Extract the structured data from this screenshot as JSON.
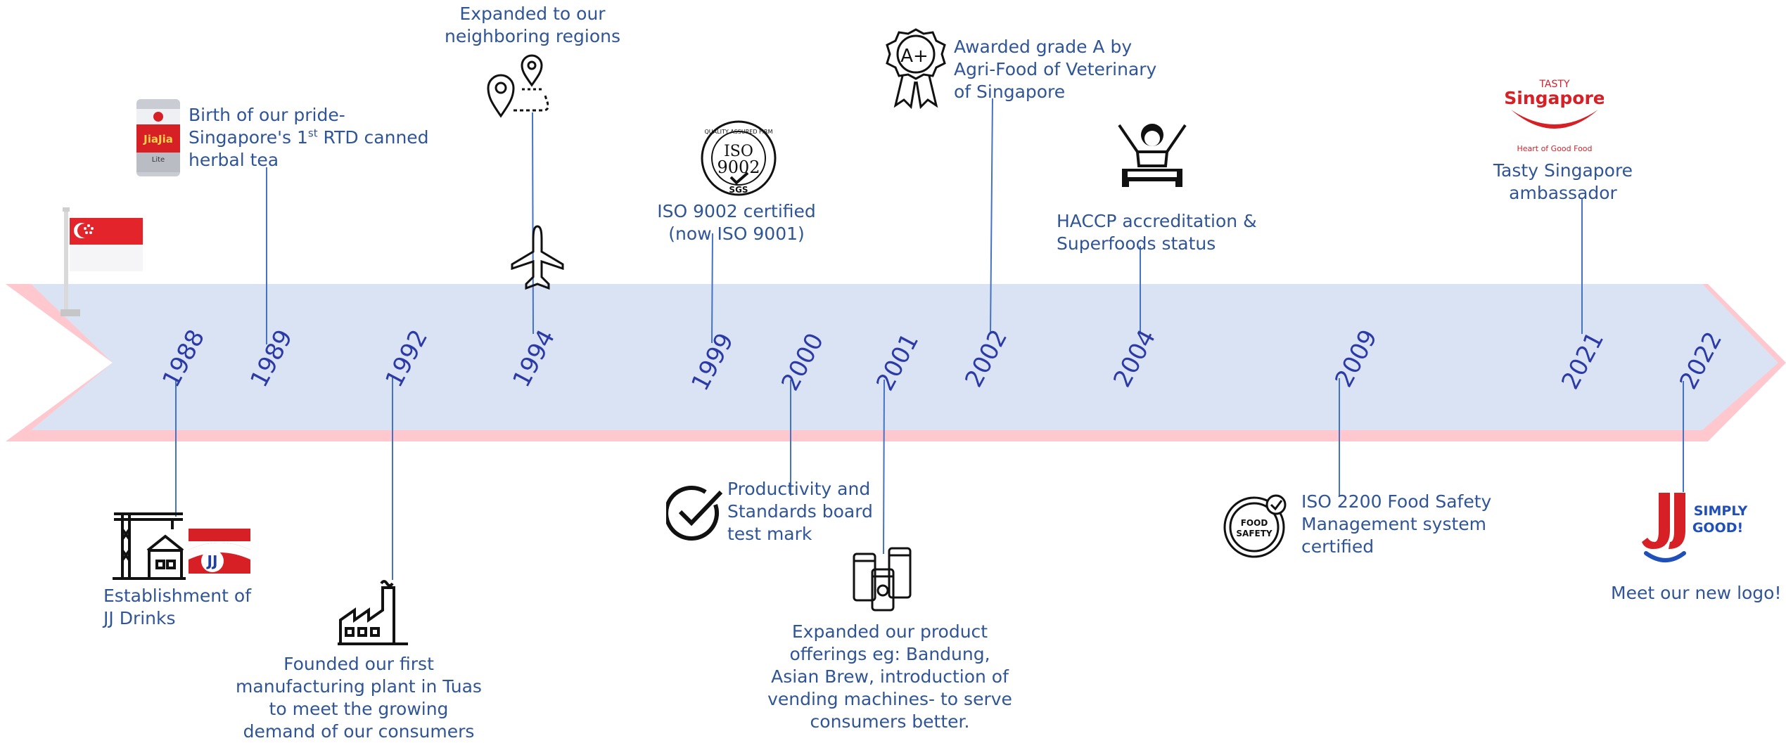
{
  "years": [
    "1988",
    "1989",
    "1992",
    "1994",
    "1999",
    "2000",
    "2001",
    "2002",
    "2004",
    "2009",
    "2021",
    "2022"
  ],
  "milestones": {
    "m1988": "Establishment of\nJJ Drinks",
    "m1989_a": "Birth of our pride-\nSingapore's 1",
    "m1989_sup": "st",
    "m1989_b": " RTD canned\nherbal tea",
    "m1992": "Founded our first\nmanufacturing plant in Tuas\nto meet the growing\ndemand of our consumers",
    "m1994": "Expanded to our\nneighboring regions",
    "m1999": "ISO 9002 certified\n(now ISO 9001)",
    "m2000": "Productivity and\nStandards board\ntest mark",
    "m2001": "Expanded our product\nofferings eg: Bandung,\nAsian Brew, introduction of\nvending machines- to serve\nconsumers better.",
    "m2002": "Awarded grade A by\nAgri-Food of Veterinary\nof Singapore",
    "m2004": "HACCP accreditation &\nSuperfoods status",
    "m2009": "ISO 2200 Food Safety\nManagement system\ncertified",
    "m2021": "Tasty Singapore\nambassador",
    "m2022": "Meet our new logo!"
  },
  "logos": {
    "iso_ring": "QUALITY ASSURED FIRM",
    "iso_main": "ISO",
    "iso_num": "9002",
    "iso_sgs": "SGS",
    "food_safety_1": "FOOD",
    "food_safety_2": "SAFETY",
    "grade": "A+",
    "can_brand": "JiaJia",
    "can_lite": "Lite",
    "jj_logo": "JJ",
    "simply_1": "SIMPLY",
    "simply_2": "GOOD!",
    "tasty_1": "TASTY",
    "tasty_2": "Singapore",
    "tasty_3": "Heart of Good Food"
  },
  "colors": {
    "band": "#dae3f3",
    "chevron": "#ffc7ce",
    "text": "#2f5597",
    "year": "#2b3aa6",
    "leader": "#4472c4",
    "flag_red": "#e3242b",
    "brand_red": "#d71f26"
  }
}
